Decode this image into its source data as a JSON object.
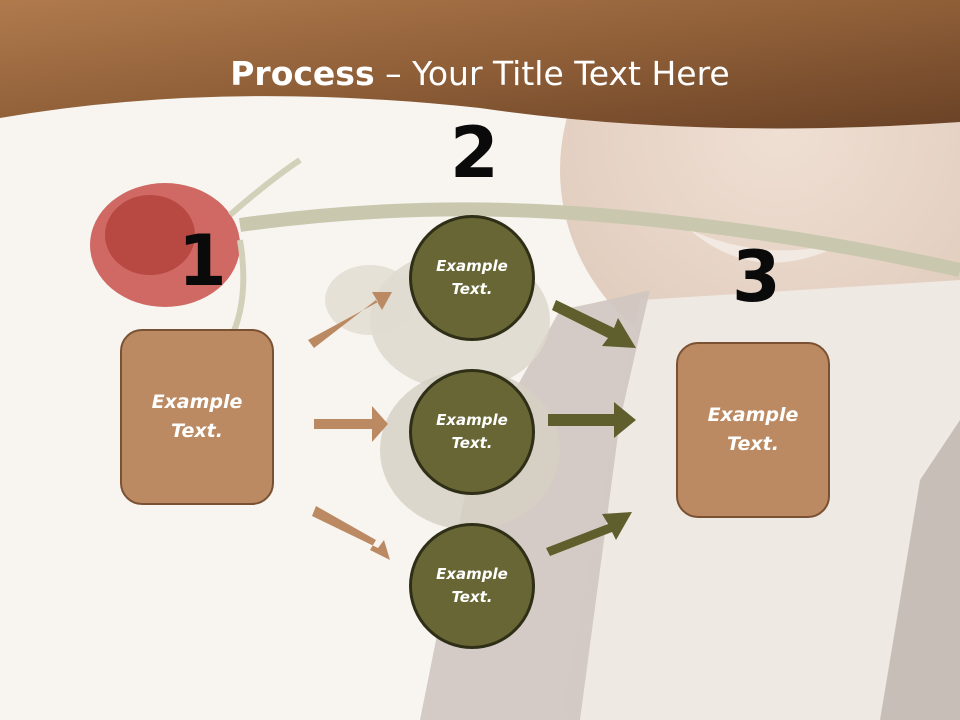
{
  "title": {
    "bold": "Process",
    "separator": "–",
    "rest": "Your Title Text Here"
  },
  "steps": [
    {
      "number": "1",
      "label": "Example Text."
    },
    {
      "number": "2",
      "label": "Example Text."
    },
    {
      "number": "3",
      "label": "Example Text."
    }
  ],
  "circles": [
    {
      "label": "Example Text."
    },
    {
      "label": "Example Text."
    },
    {
      "label": "Example Text."
    }
  ],
  "colors": {
    "header": "#8f5f38",
    "box_fill": "#bb8a62",
    "box_border": "#7a5133",
    "circle_fill": "#676634",
    "circle_border": "#2f2f18",
    "arrow_left": "#bb8a62",
    "arrow_right": "#5f5f2e"
  }
}
